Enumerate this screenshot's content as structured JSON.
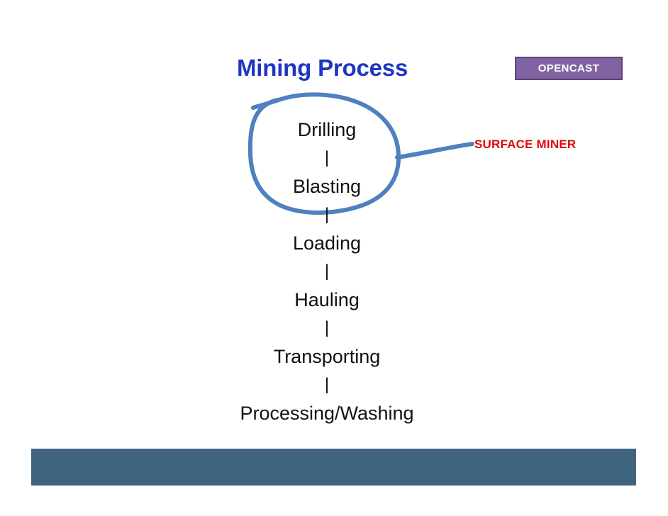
{
  "slide": {
    "title": "Mining Process",
    "background_color": "#ffffff"
  },
  "badge": {
    "label": "OPENCAST",
    "fill_color": "#8064A2",
    "border_color": "#5F4477",
    "text_color": "#ffffff"
  },
  "process_flow": {
    "connector": "|",
    "steps": [
      {
        "label": "Drilling"
      },
      {
        "label": "Blasting"
      },
      {
        "label": "Loading"
      },
      {
        "label": "Hauling"
      },
      {
        "label": "Transporting"
      },
      {
        "label": "Processing/Washing"
      }
    ]
  },
  "annotation": {
    "callout_label": "SURFACE MINER",
    "callout_color": "#DC0A06",
    "ink_color": "#4E81BD",
    "circled_steps": [
      "Drilling",
      "Blasting"
    ]
  },
  "footer": {
    "bar_color": "#3F6480"
  },
  "colors": {
    "title_blue": "#1F35C4",
    "ink_blue": "#4E81BD",
    "accent_red": "#DC0A06",
    "badge_purple": "#8064A2",
    "footer_blue": "#3F6480",
    "body_text": "#111111"
  }
}
